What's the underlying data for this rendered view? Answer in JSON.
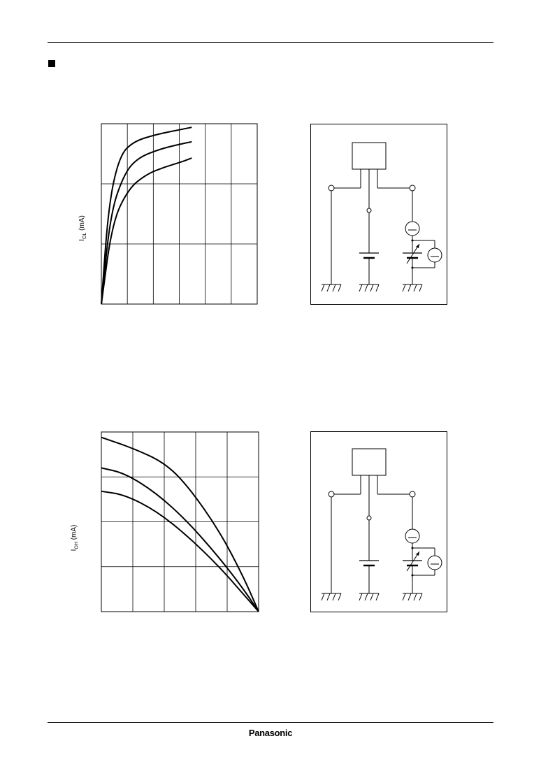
{
  "page": {
    "has_bullet": true
  },
  "charts": [
    {
      "id": "iol-chart",
      "ylabel_main": "I",
      "ylabel_sub": "OL",
      "ylabel_unit": " (mA)",
      "chart_data": {
        "type": "line",
        "x_divisions": 6,
        "y_divisions": 3,
        "series": [
          {
            "values": [
              [
                0,
                0
              ],
              [
                0.08,
                0.55
              ],
              [
                0.2,
                0.82
              ],
              [
                0.35,
                0.9
              ],
              [
                0.6,
                0.94
              ],
              [
                0.9,
                0.97
              ],
              [
                1,
                0.98
              ]
            ]
          },
          {
            "values": [
              [
                0,
                0
              ],
              [
                0.1,
                0.5
              ],
              [
                0.25,
                0.72
              ],
              [
                0.4,
                0.81
              ],
              [
                0.65,
                0.86
              ],
              [
                0.9,
                0.89
              ],
              [
                1,
                0.9
              ]
            ]
          },
          {
            "values": [
              [
                0,
                0
              ],
              [
                0.12,
                0.45
              ],
              [
                0.3,
                0.64
              ],
              [
                0.5,
                0.72
              ],
              [
                0.7,
                0.76
              ],
              [
                0.9,
                0.79
              ],
              [
                1,
                0.81
              ]
            ]
          }
        ]
      }
    },
    {
      "id": "ioh-chart",
      "ylabel_main": "I",
      "ylabel_sub": "OH",
      "ylabel_unit": " (mA)",
      "chart_data": {
        "type": "line",
        "x_divisions": 5,
        "y_divisions": 4,
        "series": [
          {
            "values": [
              [
                0,
                0.97
              ],
              [
                0.2,
                0.91
              ],
              [
                0.4,
                0.83
              ],
              [
                0.55,
                0.7
              ],
              [
                0.75,
                0.45
              ],
              [
                0.9,
                0.2
              ],
              [
                1,
                0
              ]
            ]
          },
          {
            "values": [
              [
                0,
                0.8
              ],
              [
                0.15,
                0.77
              ],
              [
                0.35,
                0.66
              ],
              [
                0.55,
                0.5
              ],
              [
                0.75,
                0.3
              ],
              [
                0.9,
                0.13
              ],
              [
                1,
                0
              ]
            ]
          },
          {
            "values": [
              [
                0,
                0.67
              ],
              [
                0.15,
                0.65
              ],
              [
                0.35,
                0.56
              ],
              [
                0.55,
                0.42
              ],
              [
                0.75,
                0.25
              ],
              [
                0.9,
                0.1
              ],
              [
                1,
                0
              ]
            ]
          }
        ]
      }
    }
  ],
  "footer": {
    "brand": "Panasonic"
  }
}
